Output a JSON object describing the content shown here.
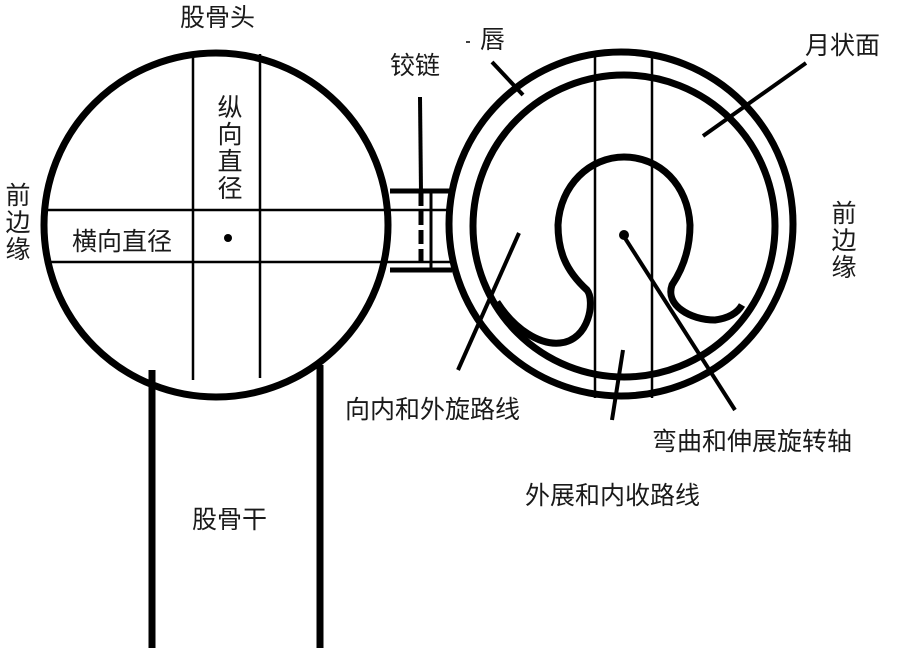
{
  "labels": {
    "femoral_head": "股骨头",
    "anterior_edge_left": "前边缘",
    "transverse_diameter": "横向直径",
    "longitudinal_diameter": "纵向直径",
    "hinge": "铰链",
    "labrum": "唇",
    "lunate_surface": "月状面",
    "anterior_edge_right": "前边缘",
    "rotation_path": "向内和外旋路线",
    "flexion_extension_axis": "弯曲和伸展旋转轴",
    "abduction_adduction_path": "外展和内收路线",
    "femoral_shaft": "股骨干"
  }
}
